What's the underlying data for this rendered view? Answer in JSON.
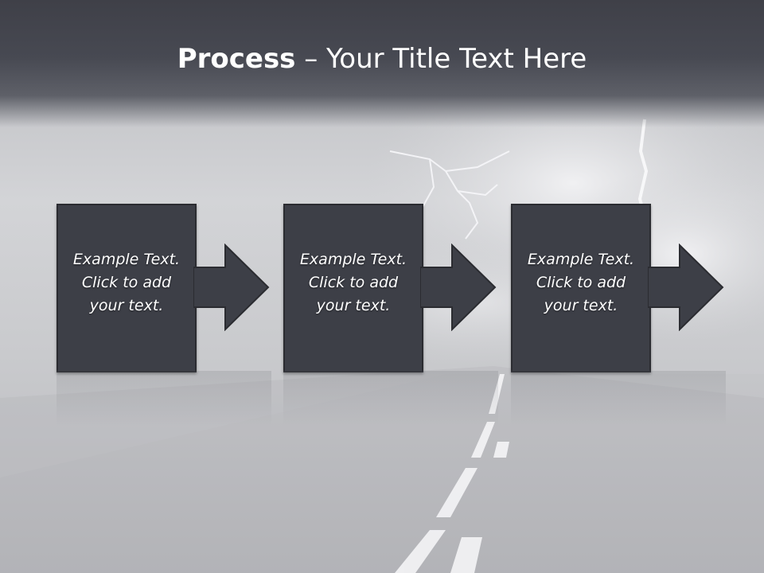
{
  "slide": {
    "title_bold": "Process",
    "title_rest": " – Your Title Text Here"
  },
  "steps": [
    {
      "line1": "Example Text.",
      "line2": "Click  to add",
      "line3": "your text."
    },
    {
      "line1": "Example Text.",
      "line2": "Click  to add",
      "line3": "your text."
    },
    {
      "line1": "Example Text.",
      "line2": "Click  to add",
      "line3": "your text."
    }
  ],
  "colors": {
    "header": "#474952",
    "box": "#3d3f47",
    "box_border": "#2b2c31",
    "text": "#ffffff"
  },
  "icons": [
    "right-arrow-icon",
    "lightning-icon",
    "road-icon"
  ]
}
